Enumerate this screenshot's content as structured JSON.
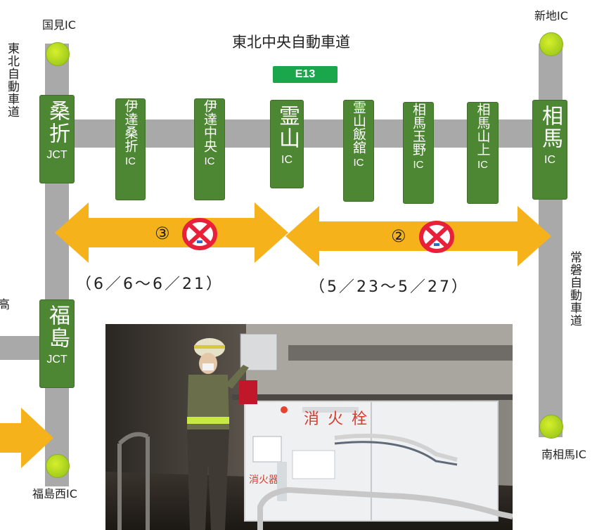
{
  "colors": {
    "road": "#a9a9a9",
    "station": "#4e8733",
    "arrow": "#f6b21b",
    "badge": "#1aa64b",
    "no_sign_red": "#e8203a"
  },
  "expressway": {
    "name": "東北中央自動車道",
    "route_badge": "E13"
  },
  "side_roads": {
    "tohoku": "東北自動車道",
    "joban": "常磐自動車道"
  },
  "end_ics": {
    "kunimi": "国見IC",
    "shinchi": "新地IC",
    "fukushima_nishi": "福島西IC",
    "minamisoma": "南相馬IC"
  },
  "stations": {
    "kuwaori": {
      "name": "桑折",
      "suffix": "JCT"
    },
    "date_kuwaori": {
      "name": "伊達桑折",
      "suffix": "IC"
    },
    "date_chuo": {
      "name": "伊達中央",
      "suffix": "IC"
    },
    "ryozen": {
      "name": "霊山",
      "suffix": "IC"
    },
    "ryozen_iitate": {
      "name": "霊山飯舘",
      "suffix": "IC"
    },
    "soma_tamano": {
      "name": "相馬玉野",
      "suffix": "IC"
    },
    "soma_yamakami": {
      "name": "相馬山上",
      "suffix": "IC"
    },
    "soma": {
      "name": "相馬",
      "suffix": "IC"
    },
    "fukushima": {
      "name": "福島",
      "suffix": "JCT"
    }
  },
  "closures": [
    {
      "number": "③",
      "period": "（6／6～6／21）"
    },
    {
      "number": "②",
      "period": "（5／23～5／27）"
    }
  ],
  "partial_left_text": "高"
}
